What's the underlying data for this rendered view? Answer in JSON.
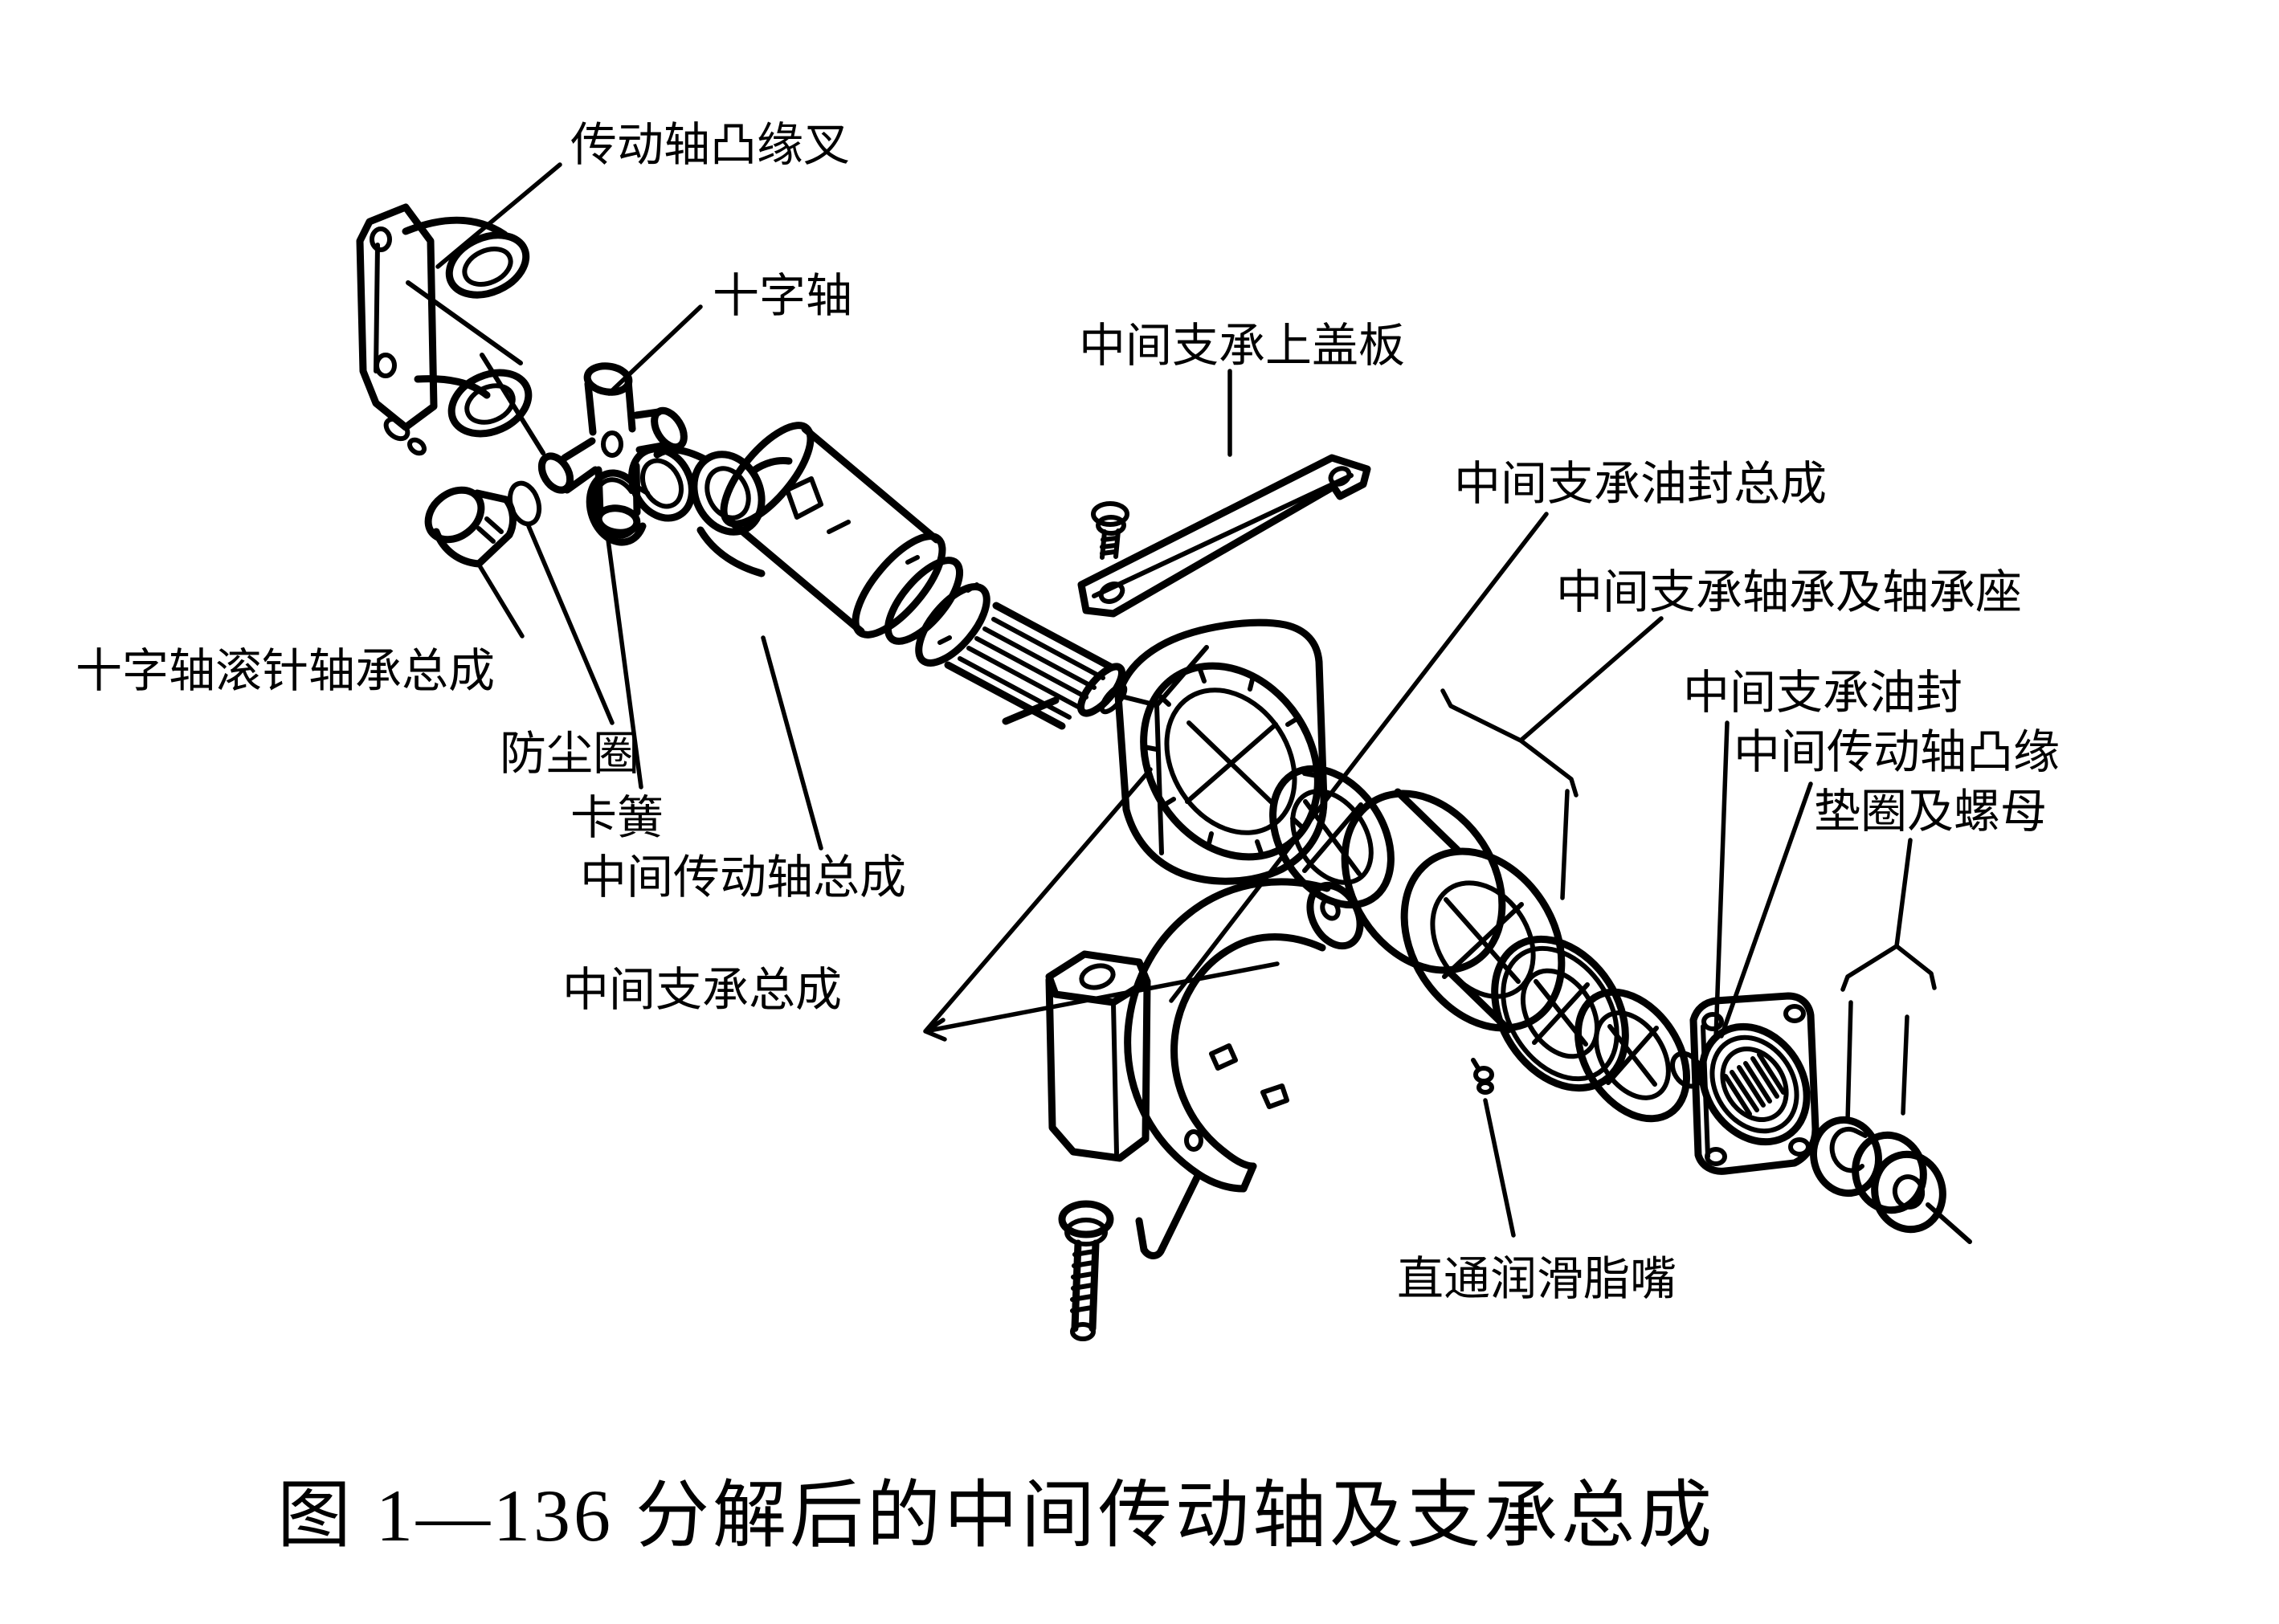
{
  "figure": {
    "caption": "图 1—136 分解后的中间传动轴及支承总成",
    "background_color": "#ffffff",
    "line_color": "#000000"
  },
  "labels": [
    {
      "id": "flange-fork",
      "text": "传动轴凸缘叉"
    },
    {
      "id": "spider",
      "text": "十字轴"
    },
    {
      "id": "cover-plate",
      "text": "中间支承上盖板"
    },
    {
      "id": "seal-assembly",
      "text": "中间支承油封总成"
    },
    {
      "id": "bearing-and-seat",
      "text": "中间支承轴承及轴承座"
    },
    {
      "id": "support-seal",
      "text": "中间支承油封"
    },
    {
      "id": "shaft-flange",
      "text": "中间传动轴凸缘"
    },
    {
      "id": "washer-nut",
      "text": "垫圈及螺母"
    },
    {
      "id": "needle-bearing",
      "text": "十字轴滚针轴承总成"
    },
    {
      "id": "dust-ring",
      "text": "防尘圈"
    },
    {
      "id": "circlip",
      "text": "卡簧"
    },
    {
      "id": "shaft-assembly",
      "text": "中间传动轴总成"
    },
    {
      "id": "support-assembly",
      "text": "中间支承总成"
    },
    {
      "id": "grease-nipple",
      "text": "直通润滑脂嘴"
    }
  ]
}
